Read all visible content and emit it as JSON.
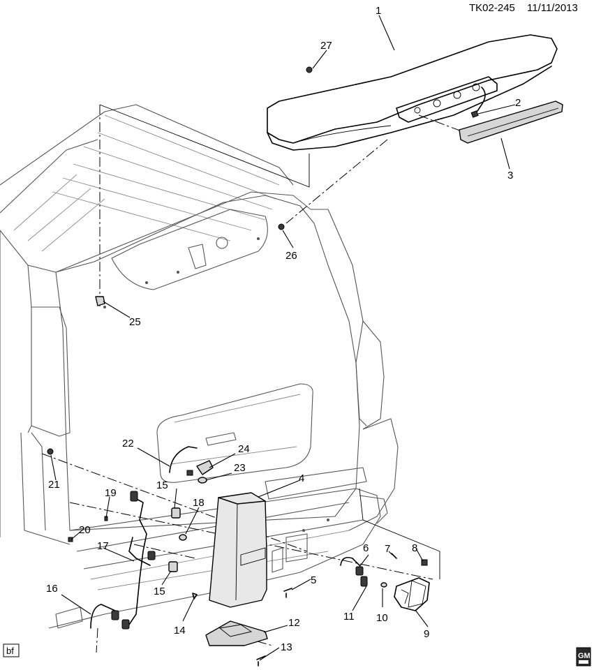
{
  "header": {
    "code": "TK02-245",
    "date": "11/11/2013"
  },
  "footer": {
    "author_tag": "bf",
    "logo_text": "GM"
  },
  "callouts": [
    "1",
    "2",
    "3",
    "4",
    "5",
    "6",
    "7",
    "8",
    "9",
    "10",
    "11",
    "12",
    "13",
    "14",
    "15",
    "15",
    "16",
    "17",
    "18",
    "19",
    "20",
    "21",
    "22",
    "23",
    "24",
    "25",
    "26",
    "27"
  ]
}
